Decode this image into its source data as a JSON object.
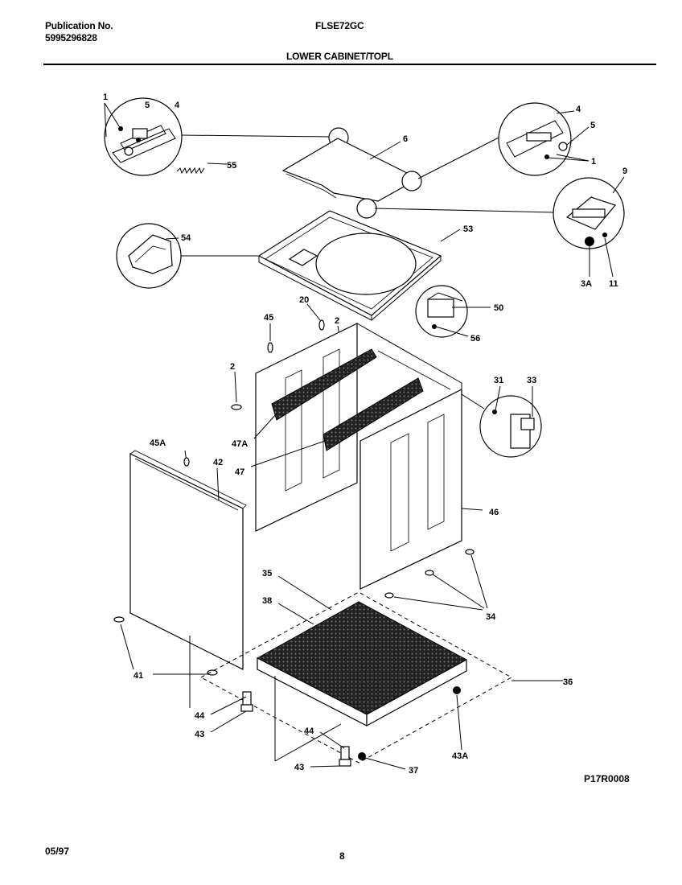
{
  "header": {
    "publication_label": "Publication No.",
    "publication_number": "5995296828",
    "model": "FLSE72GC",
    "section_title": "LOWER CABINET/TOPL"
  },
  "footer": {
    "date": "05/97",
    "page": "8",
    "figure_code": "P17R0008"
  },
  "callouts": [
    {
      "id": "c1a",
      "text": "1"
    },
    {
      "id": "c5a",
      "text": "5"
    },
    {
      "id": "c4a",
      "text": "4"
    },
    {
      "id": "c6",
      "text": "6"
    },
    {
      "id": "c55",
      "text": "55"
    },
    {
      "id": "c4b",
      "text": "4"
    },
    {
      "id": "c5b",
      "text": "5"
    },
    {
      "id": "c1b",
      "text": "1"
    },
    {
      "id": "c9",
      "text": "9"
    },
    {
      "id": "c3a",
      "text": "3A"
    },
    {
      "id": "c11",
      "text": "11"
    },
    {
      "id": "c54",
      "text": "54"
    },
    {
      "id": "c53",
      "text": "53"
    },
    {
      "id": "c20",
      "text": "20"
    },
    {
      "id": "c45",
      "text": "45"
    },
    {
      "id": "c2a",
      "text": "2"
    },
    {
      "id": "c50",
      "text": "50"
    },
    {
      "id": "c56",
      "text": "56"
    },
    {
      "id": "c2b",
      "text": "2"
    },
    {
      "id": "c31",
      "text": "31"
    },
    {
      "id": "c33",
      "text": "33"
    },
    {
      "id": "c47a",
      "text": "47A"
    },
    {
      "id": "c45a",
      "text": "45A"
    },
    {
      "id": "c42",
      "text": "42"
    },
    {
      "id": "c47",
      "text": "47"
    },
    {
      "id": "c46",
      "text": "46"
    },
    {
      "id": "c35",
      "text": "35"
    },
    {
      "id": "c38",
      "text": "38"
    },
    {
      "id": "c34",
      "text": "34"
    },
    {
      "id": "c41",
      "text": "41"
    },
    {
      "id": "c36",
      "text": "36"
    },
    {
      "id": "c44a",
      "text": "44"
    },
    {
      "id": "c43a",
      "text": "43"
    },
    {
      "id": "c44b",
      "text": "44"
    },
    {
      "id": "c43b",
      "text": "43"
    },
    {
      "id": "c37",
      "text": "37"
    },
    {
      "id": "c43A",
      "text": "43A"
    }
  ]
}
